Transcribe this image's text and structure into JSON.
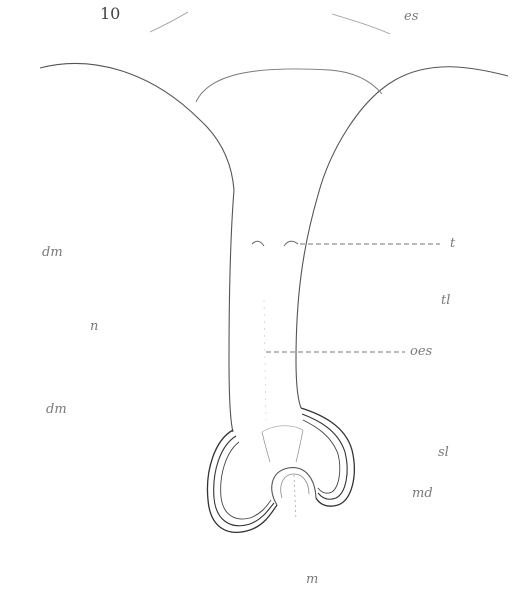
{
  "figure": {
    "number": "10",
    "labels": {
      "es": "es",
      "dm_upper": "dm",
      "n": "n",
      "dm_lower": "dm",
      "t": "t",
      "tl": "tl",
      "oes": "oes",
      "sl": "sl",
      "md": "md",
      "m": "m"
    }
  }
}
